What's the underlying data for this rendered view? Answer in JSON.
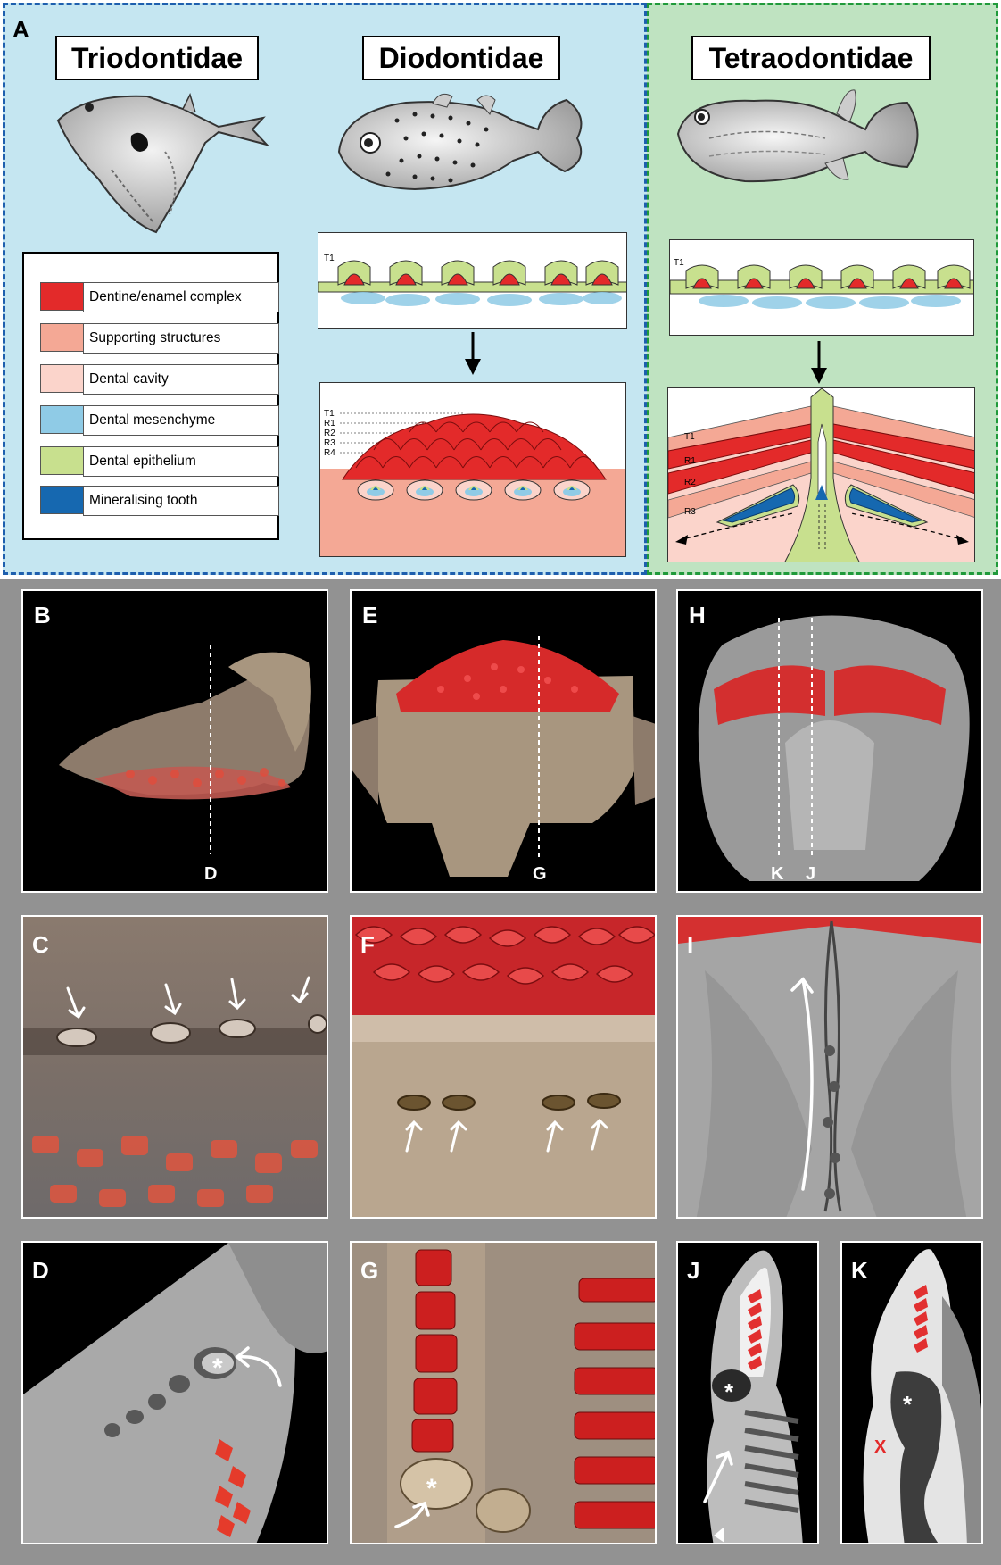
{
  "panel_letters": {
    "A": "A",
    "B": "B",
    "C": "C",
    "D": "D",
    "E": "E",
    "F": "F",
    "G": "G",
    "H": "H",
    "I": "I",
    "J": "J",
    "K": "K"
  },
  "families": {
    "triodontidae": "Triodontidae",
    "diodontidae": "Diodontidae",
    "tetraodontidae": "Tetraodontidae"
  },
  "legend": [
    {
      "label": "Dentine/enamel complex",
      "color": "#e32a2a"
    },
    {
      "label": "Supporting structures",
      "color": "#f4a895"
    },
    {
      "label": "Dental cavity",
      "color": "#fbd4cb"
    },
    {
      "label": "Dental mesenchyme",
      "color": "#8fcbe6"
    },
    {
      "label": "Dental epithelium",
      "color": "#c8e08e"
    },
    {
      "label": "Mineralising tooth",
      "color": "#1668b0"
    }
  ],
  "schematic_labels": {
    "dio_top_T1": "T1",
    "dio_layers": [
      "T1",
      "R1",
      "R2",
      "R3",
      "R4"
    ],
    "tet_top_T1": "T1",
    "tet_layers": [
      "T1",
      "R1",
      "R2",
      "R3"
    ]
  },
  "section_lines": {
    "B": "D",
    "E": "G",
    "H_left": "K",
    "H_right": "J"
  },
  "markers": {
    "asterisk": "*",
    "x_mark": "X"
  },
  "colors": {
    "panel_blue_bg": "#c5e6f1",
    "panel_blue_border": "#1e5fae",
    "panel_green_bg": "#bfe3c1",
    "panel_green_border": "#1f9a3a",
    "bottom_bg": "#929292",
    "tooth_red": "#e32a2a"
  }
}
